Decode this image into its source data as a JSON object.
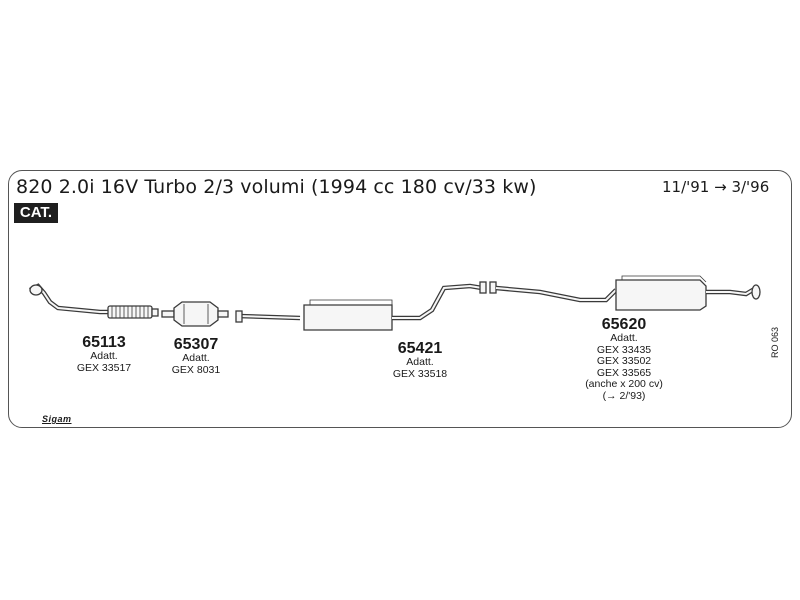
{
  "header": {
    "title": "820 2.0i 16V Turbo 2/3 volumi (1994 cc 180 cv/33 kw)",
    "date_range": "11/'91 → 3/'96",
    "cat_badge": "CAT."
  },
  "parts": [
    {
      "number": "65113",
      "lines": [
        "Adatt.",
        "GEX 33517"
      ]
    },
    {
      "number": "65307",
      "lines": [
        "Adatt.",
        "GEX 8031"
      ]
    },
    {
      "number": "65421",
      "lines": [
        "Adatt.",
        "GEX 33518"
      ]
    },
    {
      "number": "65620",
      "lines": [
        "Adatt.",
        "GEX 33435",
        "GEX 33502",
        "GEX 33565",
        "(anche x 200 cv)",
        "(→ 2/'93)"
      ]
    }
  ],
  "side_code": "RO 063",
  "brand_logo": "Sigam",
  "colors": {
    "line": "#3a3a3a",
    "fill": "#f6f6f6",
    "badge": "#1f1f1f"
  }
}
